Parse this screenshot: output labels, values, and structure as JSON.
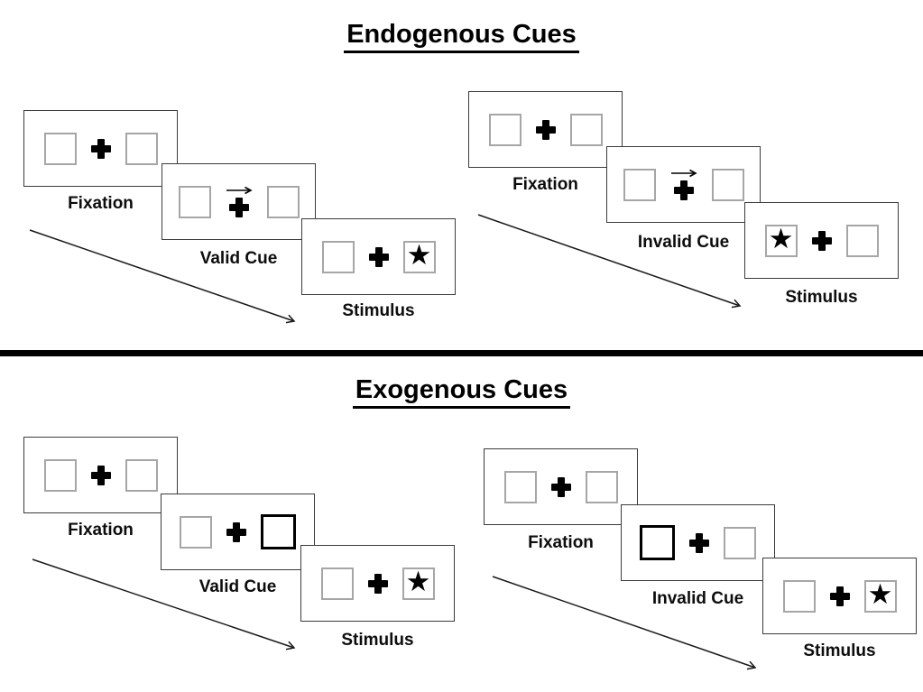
{
  "colors": {
    "ink": "#000000",
    "panel_border": "#3b3b3b",
    "box_border": "#a6a6a6",
    "highlight_box_border": "#000000",
    "divider": "#000000",
    "background": "#ffffff"
  },
  "glyphs": {
    "star": "★"
  },
  "sections": [
    {
      "title": "Endogenous Cues",
      "trials": [
        {
          "name": "valid-trial",
          "panels": [
            {
              "label": "Fixation",
              "left_box": "empty",
              "center": "fixation-cross",
              "right_box": "empty"
            },
            {
              "label": "Valid Cue",
              "left_box": "empty",
              "center": "fixation-cross-with-right-arrow",
              "right_box": "empty"
            },
            {
              "label": "Stimulus",
              "left_box": "empty",
              "center": "fixation-cross",
              "right_box": "star"
            }
          ]
        },
        {
          "name": "invalid-trial",
          "panels": [
            {
              "label": "Fixation",
              "left_box": "empty",
              "center": "fixation-cross",
              "right_box": "empty"
            },
            {
              "label": "Invalid Cue",
              "left_box": "empty",
              "center": "fixation-cross-with-right-arrow",
              "right_box": "empty"
            },
            {
              "label": "Stimulus",
              "left_box": "star",
              "center": "fixation-cross",
              "right_box": "empty"
            }
          ]
        }
      ]
    },
    {
      "title": "Exogenous Cues",
      "trials": [
        {
          "name": "valid-trial",
          "panels": [
            {
              "label": "Fixation",
              "left_box": "empty",
              "center": "fixation-cross",
              "right_box": "empty"
            },
            {
              "label": "Valid Cue",
              "left_box": "empty",
              "center": "fixation-cross",
              "right_box": "highlighted-empty"
            },
            {
              "label": "Stimulus",
              "left_box": "empty",
              "center": "fixation-cross",
              "right_box": "star"
            }
          ]
        },
        {
          "name": "invalid-trial",
          "panels": [
            {
              "label": "Fixation",
              "left_box": "empty",
              "center": "fixation-cross",
              "right_box": "empty"
            },
            {
              "label": "Invalid Cue",
              "left_box": "highlighted-empty",
              "center": "fixation-cross",
              "right_box": "empty"
            },
            {
              "label": "Stimulus",
              "left_box": "empty",
              "center": "fixation-cross",
              "right_box": "star"
            }
          ]
        }
      ]
    }
  ]
}
